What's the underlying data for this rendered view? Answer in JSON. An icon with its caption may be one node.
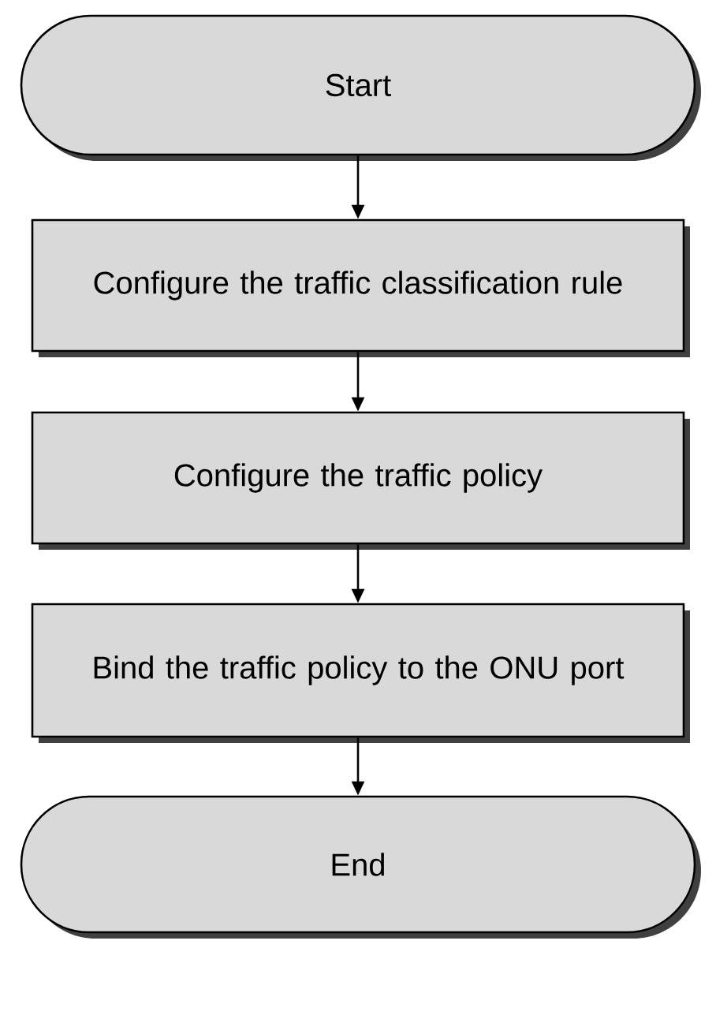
{
  "diagram": {
    "nodes": [
      {
        "text": [
          "Start"
        ]
      },
      {
        "text": [
          "Configure the traffic classification rule"
        ]
      },
      {
        "text": [
          "Configure the traffic policy"
        ]
      },
      {
        "text": [
          "Bind the traffic policy to the ONU port"
        ]
      },
      {
        "text": [
          "End"
        ]
      }
    ],
    "edges": [
      {
        "from": 0,
        "to": 1,
        "arrow": "to"
      },
      {
        "from": 1,
        "to": 2,
        "arrow": "to"
      },
      {
        "from": 2,
        "to": 3,
        "arrow": "to"
      },
      {
        "from": 3,
        "to": 4,
        "arrow": "to"
      }
    ]
  }
}
